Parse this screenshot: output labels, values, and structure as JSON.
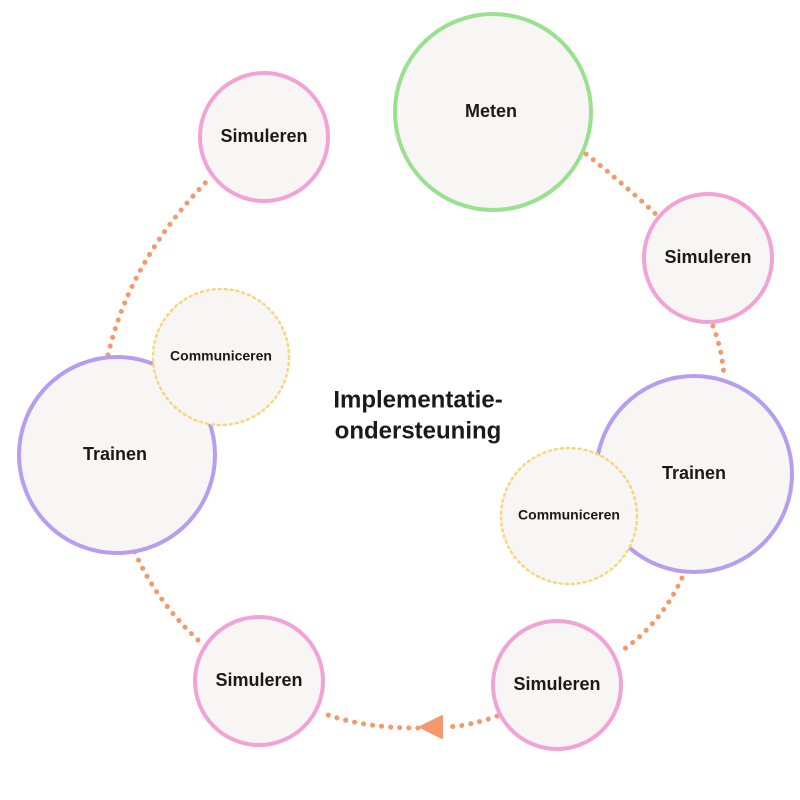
{
  "center": {
    "line1": "Implementatie-",
    "line2": "ondersteuning"
  },
  "nodes": {
    "meten": "Meten",
    "simuleren_top_right": "Simuleren",
    "trainen_right": "Trainen",
    "communiceren_right": "Communiceren",
    "simuleren_bottom_right": "Simuleren",
    "simuleren_bottom_left": "Simuleren",
    "trainen_left": "Trainen",
    "communiceren_left": "Communiceren",
    "simuleren_top_left": "Simuleren"
  },
  "colors": {
    "meten_stroke": "#99e08f",
    "simuleren_stroke": "#f2a3d6",
    "trainen_stroke": "#b89cf0",
    "communiceren_stroke": "#f8d77a",
    "node_fill": "#f7f6f5",
    "connector": "#f29a6c"
  }
}
